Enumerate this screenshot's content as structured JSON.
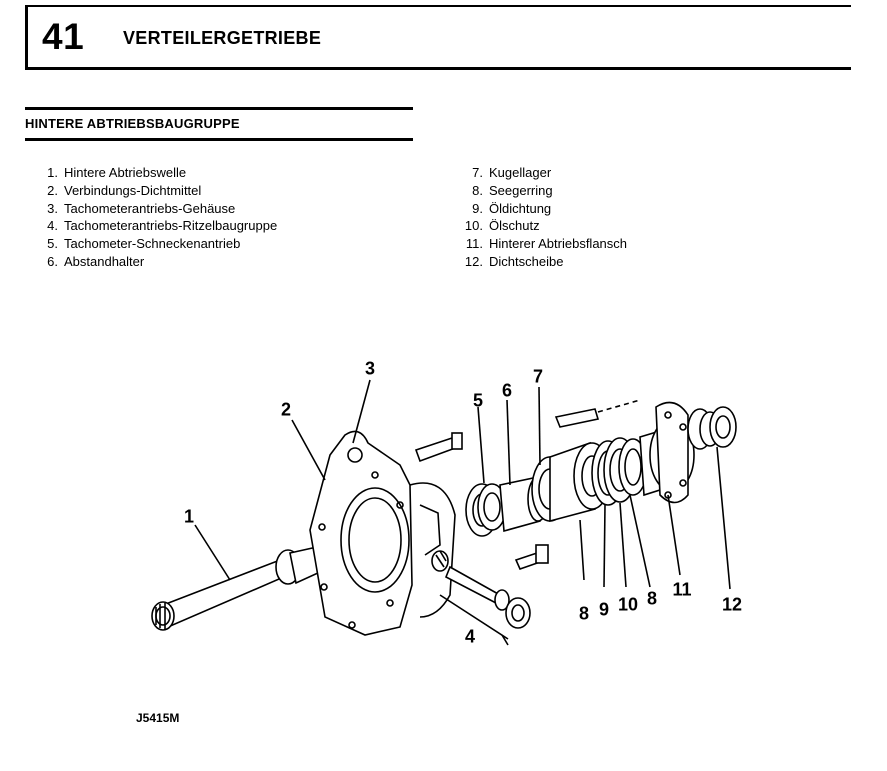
{
  "header": {
    "chapter_number": "41",
    "chapter_title": "VERTEILERGETRIEBE"
  },
  "section": {
    "title": "HINTERE ABTRIEBSBAUGRUPPE"
  },
  "legend_left": [
    {
      "num": "1.",
      "label": "Hintere Abtriebswelle"
    },
    {
      "num": "2.",
      "label": "Verbindungs-Dichtmittel"
    },
    {
      "num": "3.",
      "label": "Tachometerantriebs-Gehäuse"
    },
    {
      "num": "4.",
      "label": "Tachometerantriebs-Ritzelbaugruppe"
    },
    {
      "num": "5.",
      "label": "Tachometer-Schneckenantrieb"
    },
    {
      "num": "6.",
      "label": "Abstandhalter"
    }
  ],
  "legend_right": [
    {
      "num": "7.",
      "label": "Kugellager"
    },
    {
      "num": "8.",
      "label": "Seegerring"
    },
    {
      "num": "9.",
      "label": "Öldichtung"
    },
    {
      "num": "10.",
      "label": "Ölschutz"
    },
    {
      "num": "11.",
      "label": "Hinterer Abtriebsflansch"
    },
    {
      "num": "12.",
      "label": "Dichtscheibe"
    }
  ],
  "figure": {
    "callouts": [
      "1",
      "2",
      "3",
      "4",
      "5",
      "6",
      "7",
      "8",
      "9",
      "10",
      "8",
      "11",
      "12"
    ],
    "code": "J5415M"
  }
}
